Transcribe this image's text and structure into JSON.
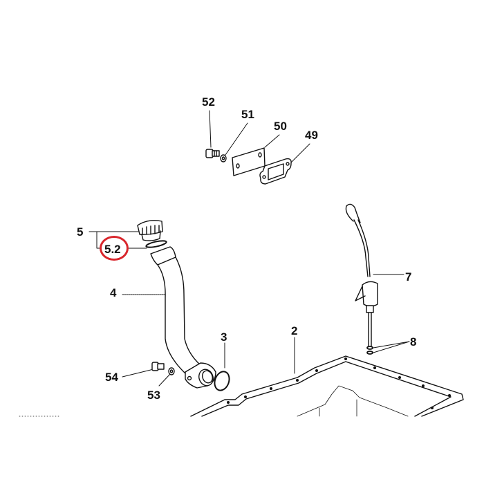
{
  "diagram": {
    "highlight_color": "#d9262c",
    "callouts": {
      "c52": "52",
      "c51": "51",
      "c50": "50",
      "c49": "49",
      "c5": "5",
      "c5_2": "5.2",
      "c4": "4",
      "c3": "3",
      "c2": "2",
      "c7": "7",
      "c8": "8",
      "c54": "54",
      "c53": "53"
    },
    "highlighted_part": "5.2"
  }
}
